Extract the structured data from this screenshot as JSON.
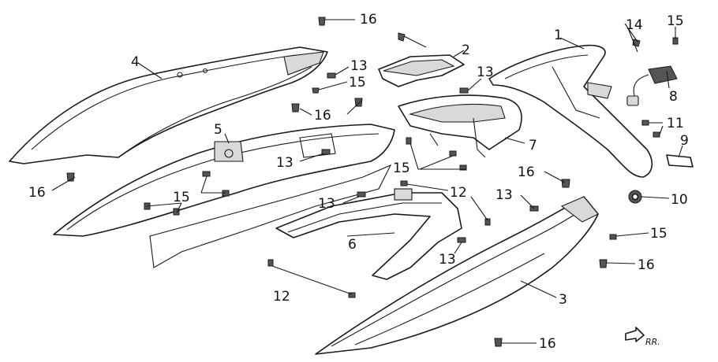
{
  "callouts": [
    {
      "id": "c16a",
      "text": "16"
    },
    {
      "id": "c2",
      "text": "2"
    },
    {
      "id": "c1",
      "text": "1"
    },
    {
      "id": "c14",
      "text": "14"
    },
    {
      "id": "c15a",
      "text": "15"
    },
    {
      "id": "c4",
      "text": "4"
    },
    {
      "id": "c13a",
      "text": "13"
    },
    {
      "id": "c15b",
      "text": "15"
    },
    {
      "id": "c13b",
      "text": "13"
    },
    {
      "id": "c16b",
      "text": "16"
    },
    {
      "id": "c8",
      "text": "8"
    },
    {
      "id": "c5",
      "text": "5"
    },
    {
      "id": "c11",
      "text": "11"
    },
    {
      "id": "c7",
      "text": "7"
    },
    {
      "id": "c9",
      "text": "9"
    },
    {
      "id": "c13c",
      "text": "13"
    },
    {
      "id": "c15c",
      "text": "15"
    },
    {
      "id": "c16c",
      "text": "16"
    },
    {
      "id": "c16d",
      "text": "16"
    },
    {
      "id": "c15d",
      "text": "15"
    },
    {
      "id": "c12a",
      "text": "12"
    },
    {
      "id": "c13d",
      "text": "13"
    },
    {
      "id": "c13e",
      "text": "13"
    },
    {
      "id": "c10",
      "text": "10"
    },
    {
      "id": "c15e",
      "text": "15"
    },
    {
      "id": "c6",
      "text": "6"
    },
    {
      "id": "c13f",
      "text": "13"
    },
    {
      "id": "c16e",
      "text": "16"
    },
    {
      "id": "c12b",
      "text": "12"
    },
    {
      "id": "c3",
      "text": "3"
    },
    {
      "id": "c16f",
      "text": "16"
    }
  ],
  "direction_mark": "RR."
}
